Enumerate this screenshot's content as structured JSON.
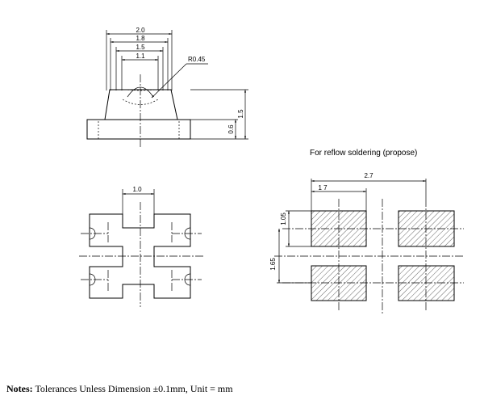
{
  "side_view": {
    "dims": {
      "width_2_0": "2.0",
      "width_1_8": "1.8",
      "width_1_5": "1.5",
      "width_1_1": "1.1",
      "radius": "R0.45",
      "height_0_6": "0.6",
      "height_1_5": "1.5"
    }
  },
  "bottom_view": {
    "dims": {
      "pitch_1_0": "1.0"
    }
  },
  "reflow": {
    "title": "For reflow soldering (propose)",
    "dims": {
      "width_2_7": "2.7",
      "width_1_7": "1 7",
      "height_1_05": "1.05",
      "height_1_65": "1.65"
    }
  },
  "notes": {
    "label": "Notes:",
    "text": " Tolerances Unless Dimension ±0.1mm, Unit = mm"
  }
}
